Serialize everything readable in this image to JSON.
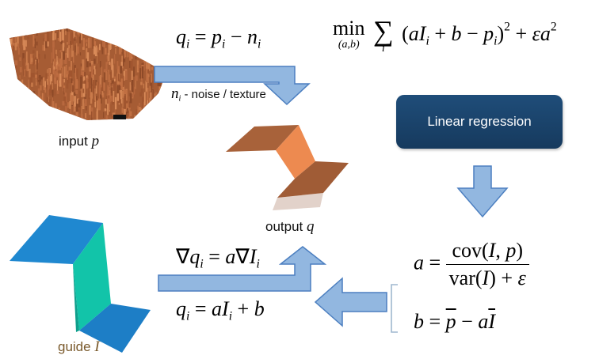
{
  "labels": {
    "input": "input",
    "input_var": "p",
    "output": "output",
    "output_var": "q",
    "guide": "guide",
    "guide_var": "I",
    "noise_var": "n",
    "noise_sub": "i",
    "noise_text": " - noise / texture"
  },
  "box": {
    "regression": "Linear regression"
  },
  "colors": {
    "texture": "#b8683e",
    "output_surface": "#a8623a",
    "output_step": "#e8884e",
    "guide_surface": "#1f86cf",
    "guide_step": "#10c2a8",
    "arrow_fill": "#92b7e0",
    "arrow_stroke": "#4c7fc0",
    "box": "#1c4670"
  },
  "icons": [
    "arrow-right-down-icon",
    "arrow-down-icon",
    "arrow-left-icon",
    "arrow-right-up-icon",
    "bracket-icon"
  ]
}
